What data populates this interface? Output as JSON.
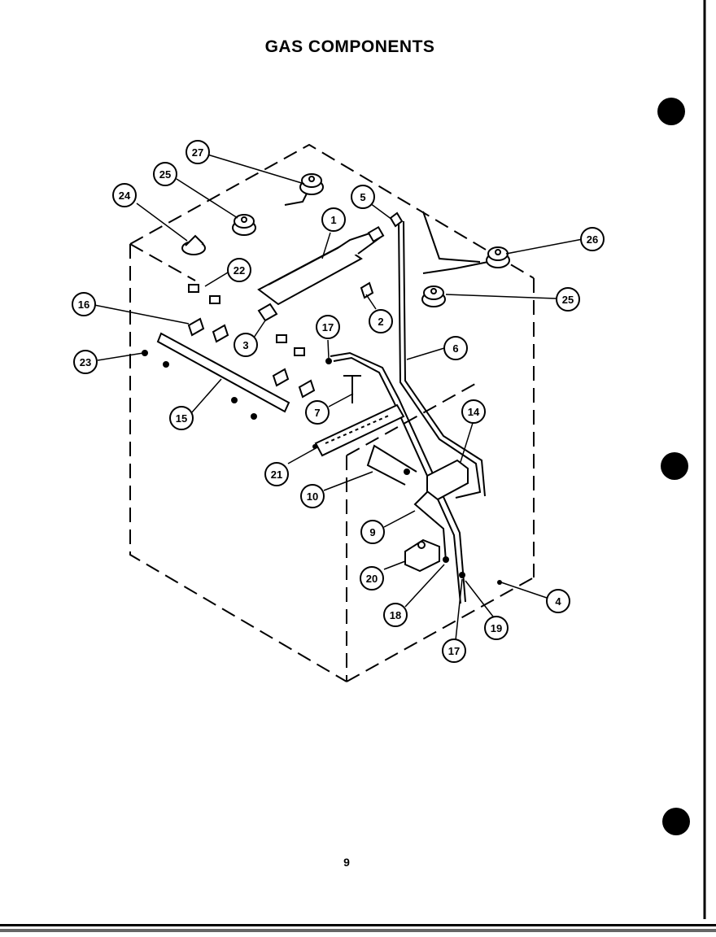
{
  "title": "GAS COMPONENTS",
  "page_number": "9",
  "callouts": [
    {
      "id": "c-27",
      "label": "27"
    },
    {
      "id": "c-25a",
      "label": "25"
    },
    {
      "id": "c-24",
      "label": "24"
    },
    {
      "id": "c-5",
      "label": "5"
    },
    {
      "id": "c-1",
      "label": "1"
    },
    {
      "id": "c-26",
      "label": "26"
    },
    {
      "id": "c-22",
      "label": "22"
    },
    {
      "id": "c-25b",
      "label": "25"
    },
    {
      "id": "c-16",
      "label": "16"
    },
    {
      "id": "c-2",
      "label": "2"
    },
    {
      "id": "c-3",
      "label": "3"
    },
    {
      "id": "c-17a",
      "label": "17"
    },
    {
      "id": "c-6",
      "label": "6"
    },
    {
      "id": "c-23",
      "label": "23"
    },
    {
      "id": "c-7",
      "label": "7"
    },
    {
      "id": "c-14",
      "label": "14"
    },
    {
      "id": "c-15",
      "label": "15"
    },
    {
      "id": "c-21",
      "label": "21"
    },
    {
      "id": "c-10",
      "label": "10"
    },
    {
      "id": "c-9",
      "label": "9"
    },
    {
      "id": "c-20",
      "label": "20"
    },
    {
      "id": "c-4",
      "label": "4"
    },
    {
      "id": "c-18",
      "label": "18"
    },
    {
      "id": "c-19",
      "label": "19"
    },
    {
      "id": "c-17b",
      "label": "17"
    }
  ]
}
